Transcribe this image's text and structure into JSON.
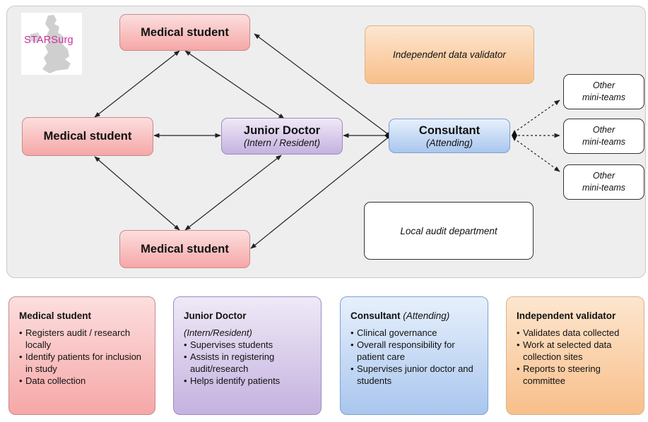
{
  "logo": {
    "text": "STARSurg"
  },
  "diagram": {
    "medical_student": "Medical student",
    "junior_doctor": {
      "title": "Junior Doctor",
      "subtitle": "(Intern / Resident)"
    },
    "consultant": {
      "title": "Consultant",
      "subtitle": "(Attending)"
    },
    "independent_validator": "Independent data validator",
    "local_audit": "Local audit department",
    "other_line1": "Other",
    "other_line2": "mini-teams"
  },
  "cards": [
    {
      "title": "Medical student",
      "title_suffix": "",
      "subtitle": "",
      "items": [
        "Registers audit / research locally",
        "Identify patients for inclusion in study",
        "Data collection"
      ]
    },
    {
      "title": "Junior Doctor",
      "title_suffix": "",
      "subtitle": "(Intern/Resident)",
      "items": [
        "Supervises students",
        "Assists in registering audit/research",
        "Helps identify patients"
      ]
    },
    {
      "title": "Consultant",
      "title_suffix": "(Attending)",
      "subtitle": "",
      "items": [
        "Clinical governance",
        "Overall responsibility for patient care",
        "Supervises junior doctor and students"
      ]
    },
    {
      "title": "Independent validator",
      "title_suffix": "",
      "subtitle": "",
      "items": [
        "Validates data collected",
        "Work at selected data collection sites",
        "Reports to steering committee"
      ]
    }
  ]
}
